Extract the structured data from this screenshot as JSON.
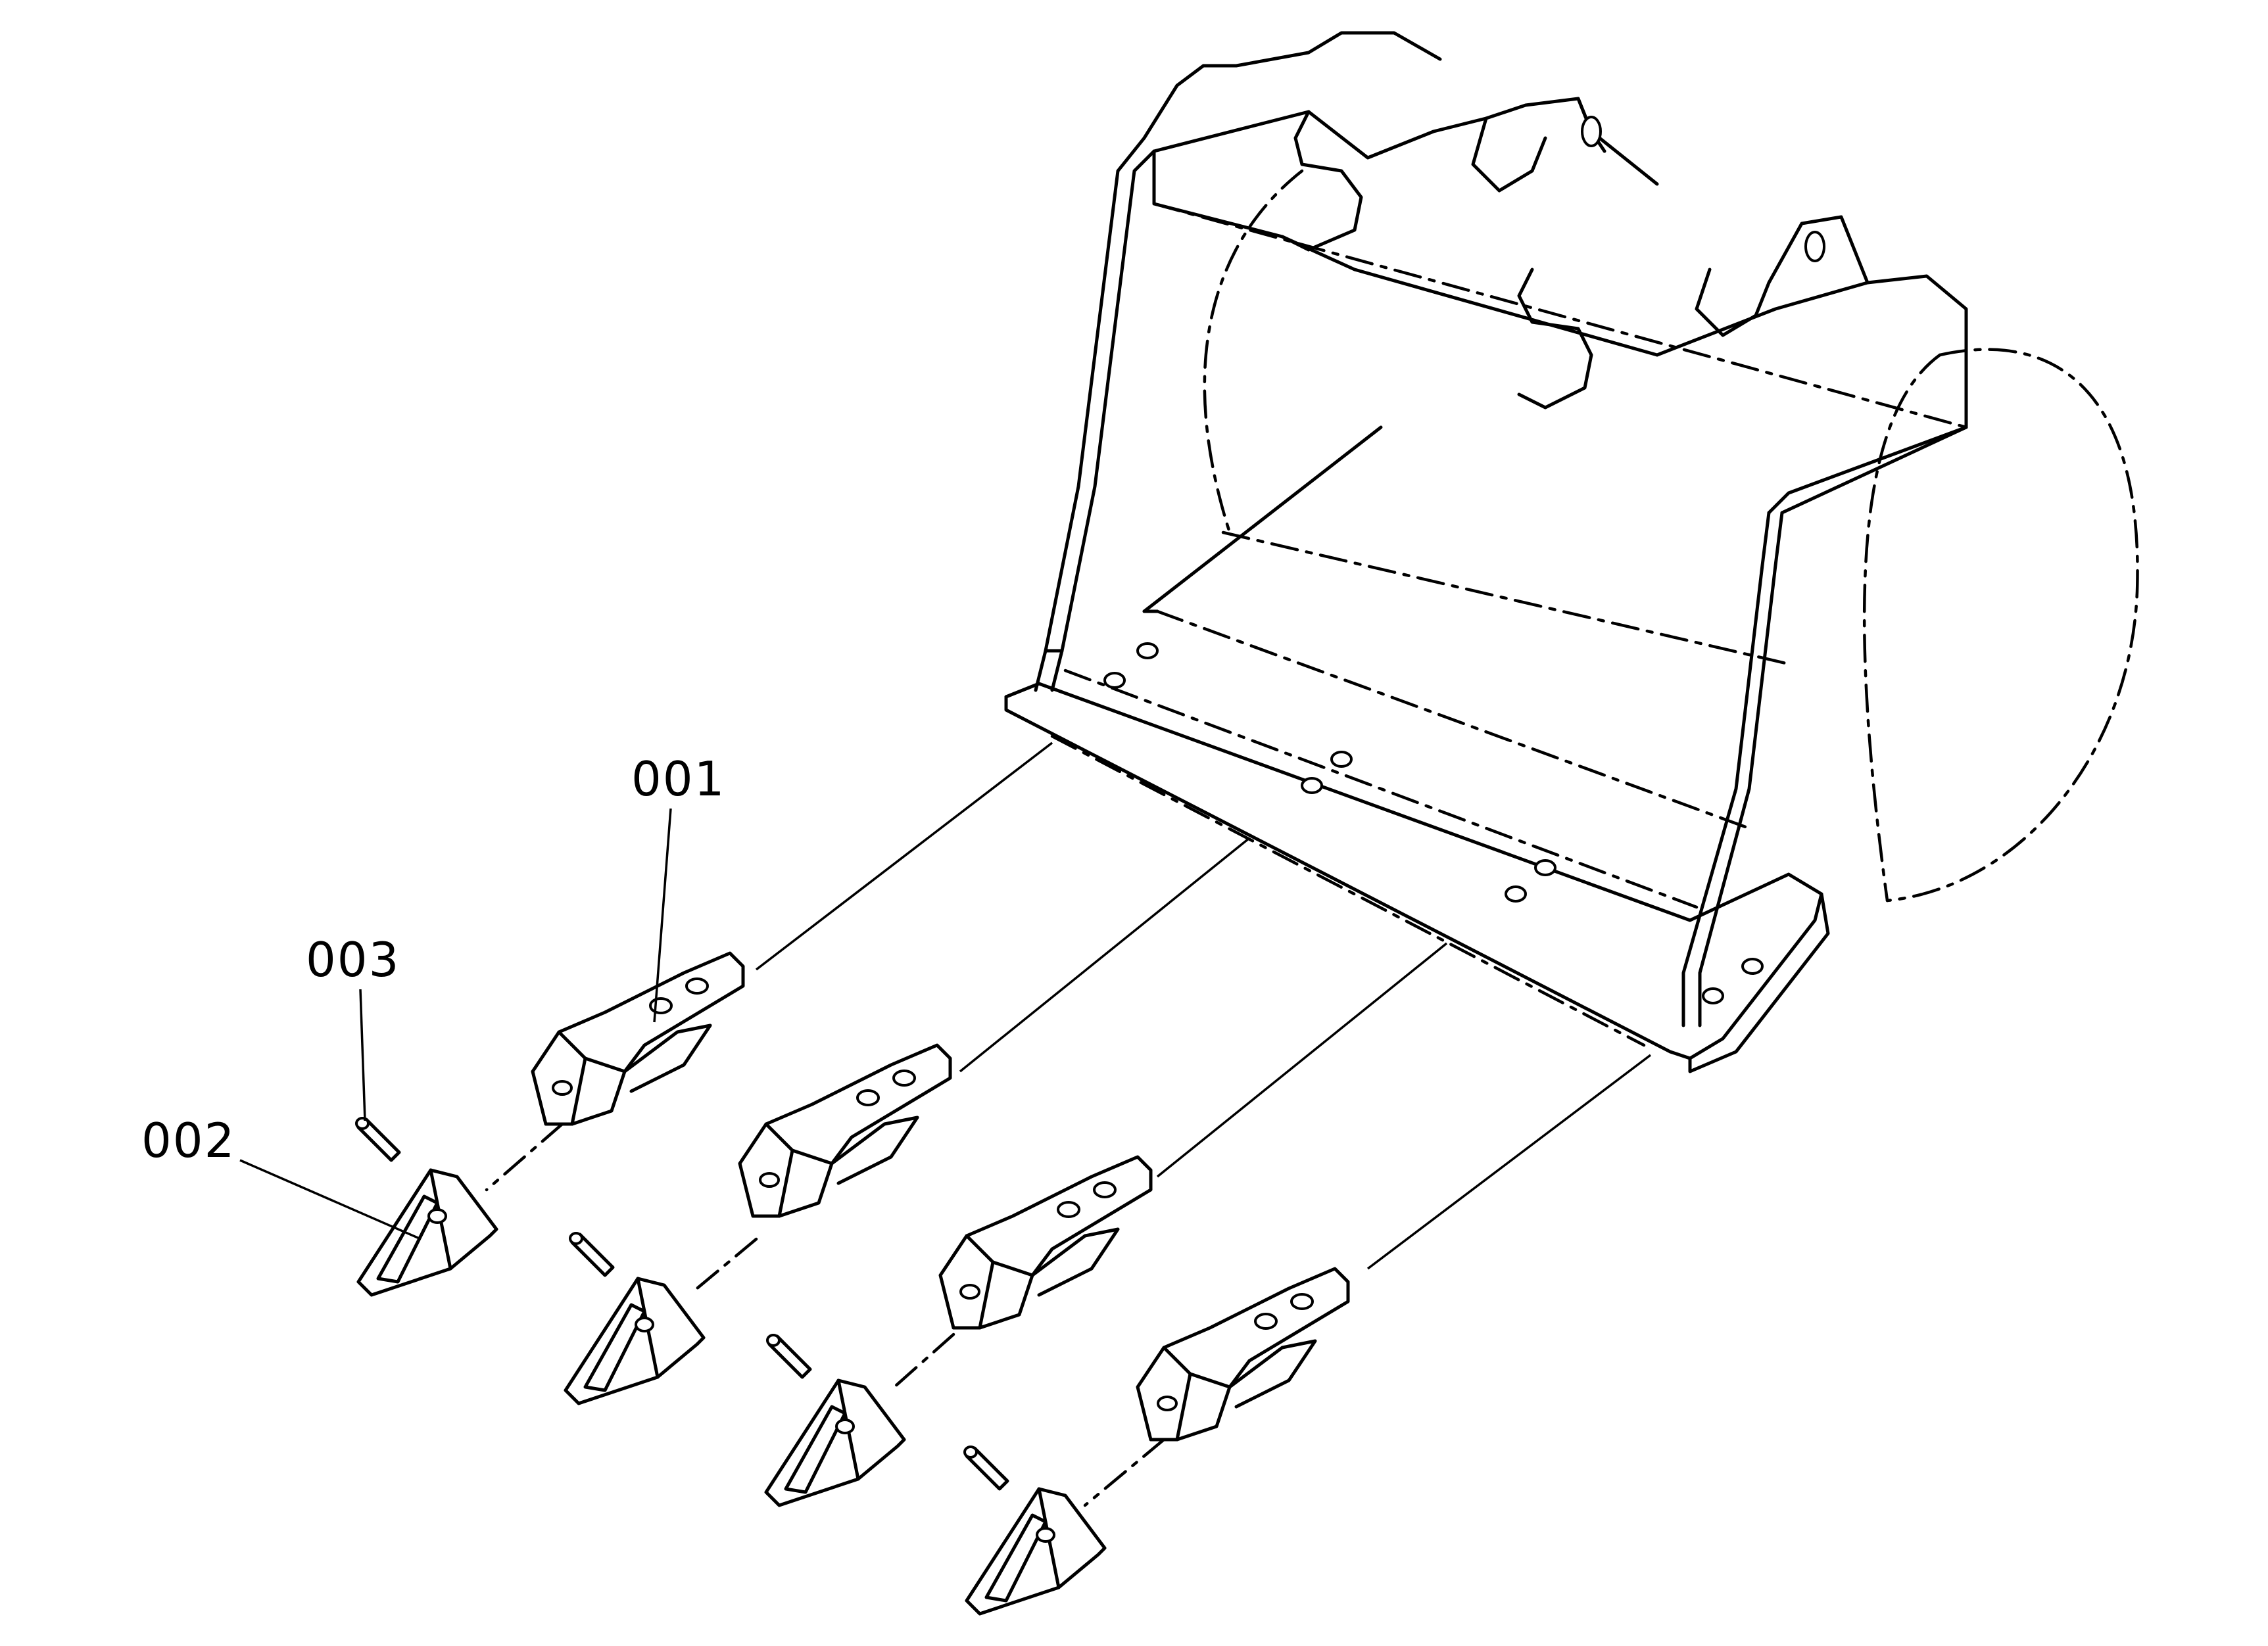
{
  "callouts": [
    {
      "id": "001",
      "label": "001"
    },
    {
      "id": "002",
      "label": "002"
    },
    {
      "id": "003",
      "label": "003"
    }
  ],
  "parts": {
    "tooth_adapter_count": 4,
    "tooth_point_count": 4,
    "pin_count": 4
  },
  "colors": {
    "line": "#000000",
    "background": "#ffffff"
  }
}
